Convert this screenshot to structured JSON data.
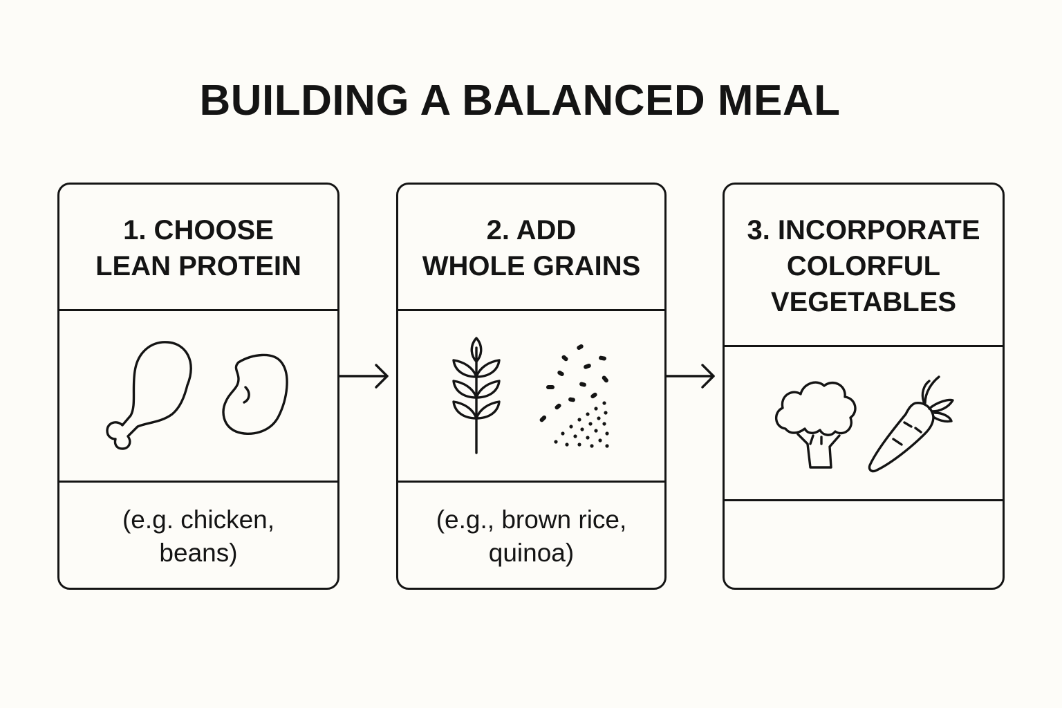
{
  "title": "BUILDING A BALANCED MEAL",
  "steps": [
    {
      "title_lines": [
        "1. CHOOSE",
        "LEAN PROTEIN"
      ],
      "icons": [
        "chicken-drumstick-icon",
        "bean-icon"
      ],
      "example_lines": [
        "(e.g. chicken,",
        "beans)"
      ]
    },
    {
      "title_lines": [
        "2. ADD",
        "WHOLE GRAINS"
      ],
      "icons": [
        "wheat-icon",
        "grains-icon"
      ],
      "example_lines": [
        "(e.g., brown rice,",
        "quinoa)"
      ]
    },
    {
      "title_lines": [
        "3. INCORPORATE",
        "COLORFUL",
        "VEGETABLES"
      ],
      "icons": [
        "broccoli-icon",
        "carrot-icon"
      ],
      "example_lines": []
    }
  ],
  "colors": {
    "background": "#fdfcf8",
    "ink": "#141414"
  }
}
